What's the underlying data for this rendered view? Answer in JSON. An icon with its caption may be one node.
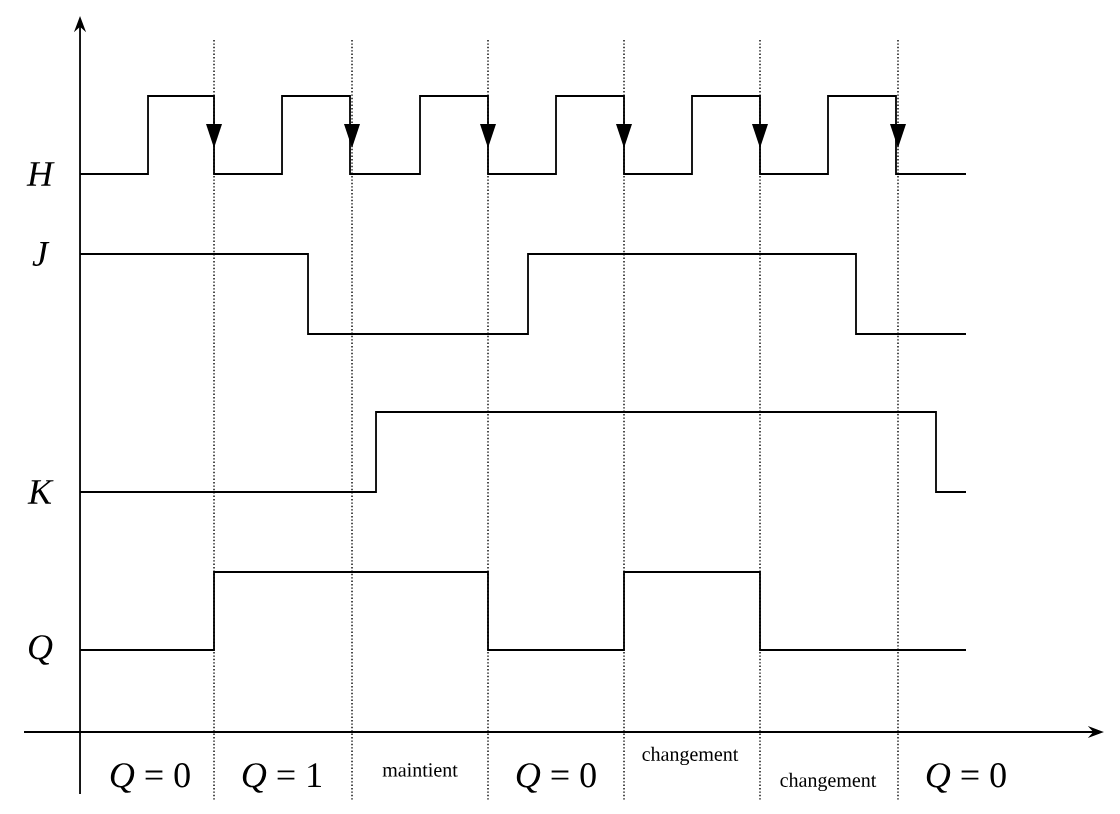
{
  "diagram": {
    "labels": [
      "H",
      "J",
      "K",
      "Q",
      "*Q* = 0",
      "*Q* = 1",
      "maintient",
      "*Q* = 0",
      "changement",
      "changement",
      "*Q* = 0"
    ]
  }
}
